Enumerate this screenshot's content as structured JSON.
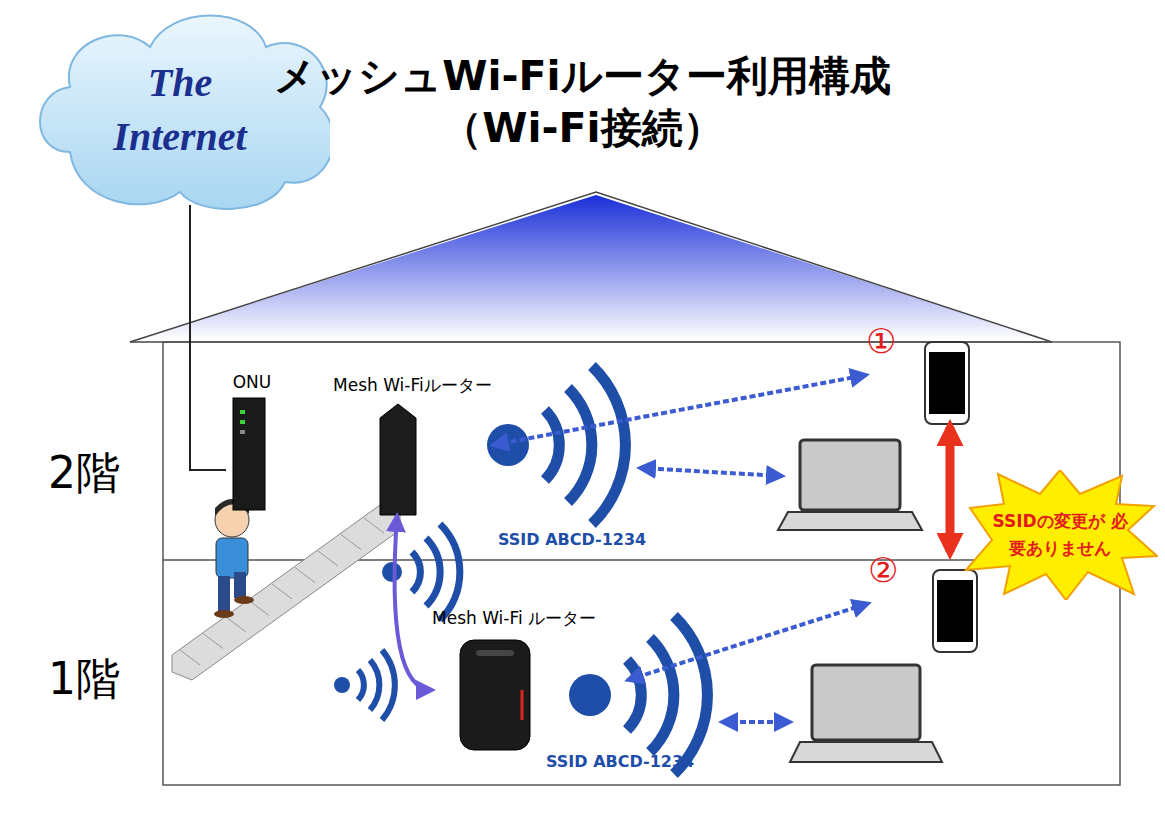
{
  "diagram": {
    "title": "メッシュWi-Fiルーター利用構成 （Wi-Fi接続）",
    "nodes": [
      {
        "text": [
          "The Internet"
        ]
      },
      {
        "text": [
          "ONU"
        ]
      },
      {
        "text": [
          "Mesh Wi-Fiルーター"
        ]
      },
      {
        "text": [
          "①"
        ]
      },
      {
        "text": [
          "SSIDの変更が 必要ありません"
        ]
      },
      {
        "text": [
          "Mesh Wi-Fi ルーター"
        ]
      },
      {
        "text": [
          "②"
        ]
      }
    ],
    "edges": [
      {
        "from": 0,
        "to": 1,
        "arrow": "none"
      },
      {
        "from": 2,
        "to": 3,
        "arrow": "both"
      },
      {
        "from": 2,
        "to": 5,
        "arrow": "both"
      },
      {
        "from": 3,
        "to": 6,
        "arrow": "both"
      },
      {
        "from": 5,
        "to": 6,
        "arrow": "both"
      }
    ],
    "labels": [
      "2階",
      "SSID ABCD-1234",
      "1階",
      "SSID ABCD-1234"
    ]
  }
}
